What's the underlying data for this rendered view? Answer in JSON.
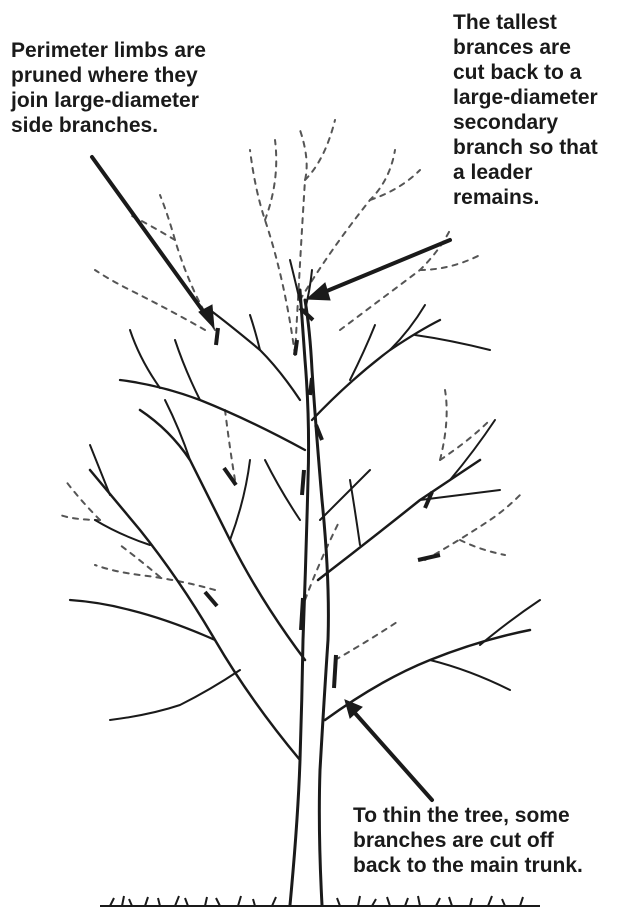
{
  "annotations": {
    "perimeter": "Perimeter limbs are\npruned where they\njoin large-diameter\nside branches.",
    "tallest": "The tallest\nbrances are\ncut back to a\nlarge-diameter\nsecondary\nbranch so that\na leader\nremains.",
    "thin": "To thin the tree, some\nbranches are cut off\nback to the main trunk."
  },
  "colors": {
    "ink": "#1a1a1a",
    "pruned": "#555555",
    "background": "#ffffff"
  }
}
